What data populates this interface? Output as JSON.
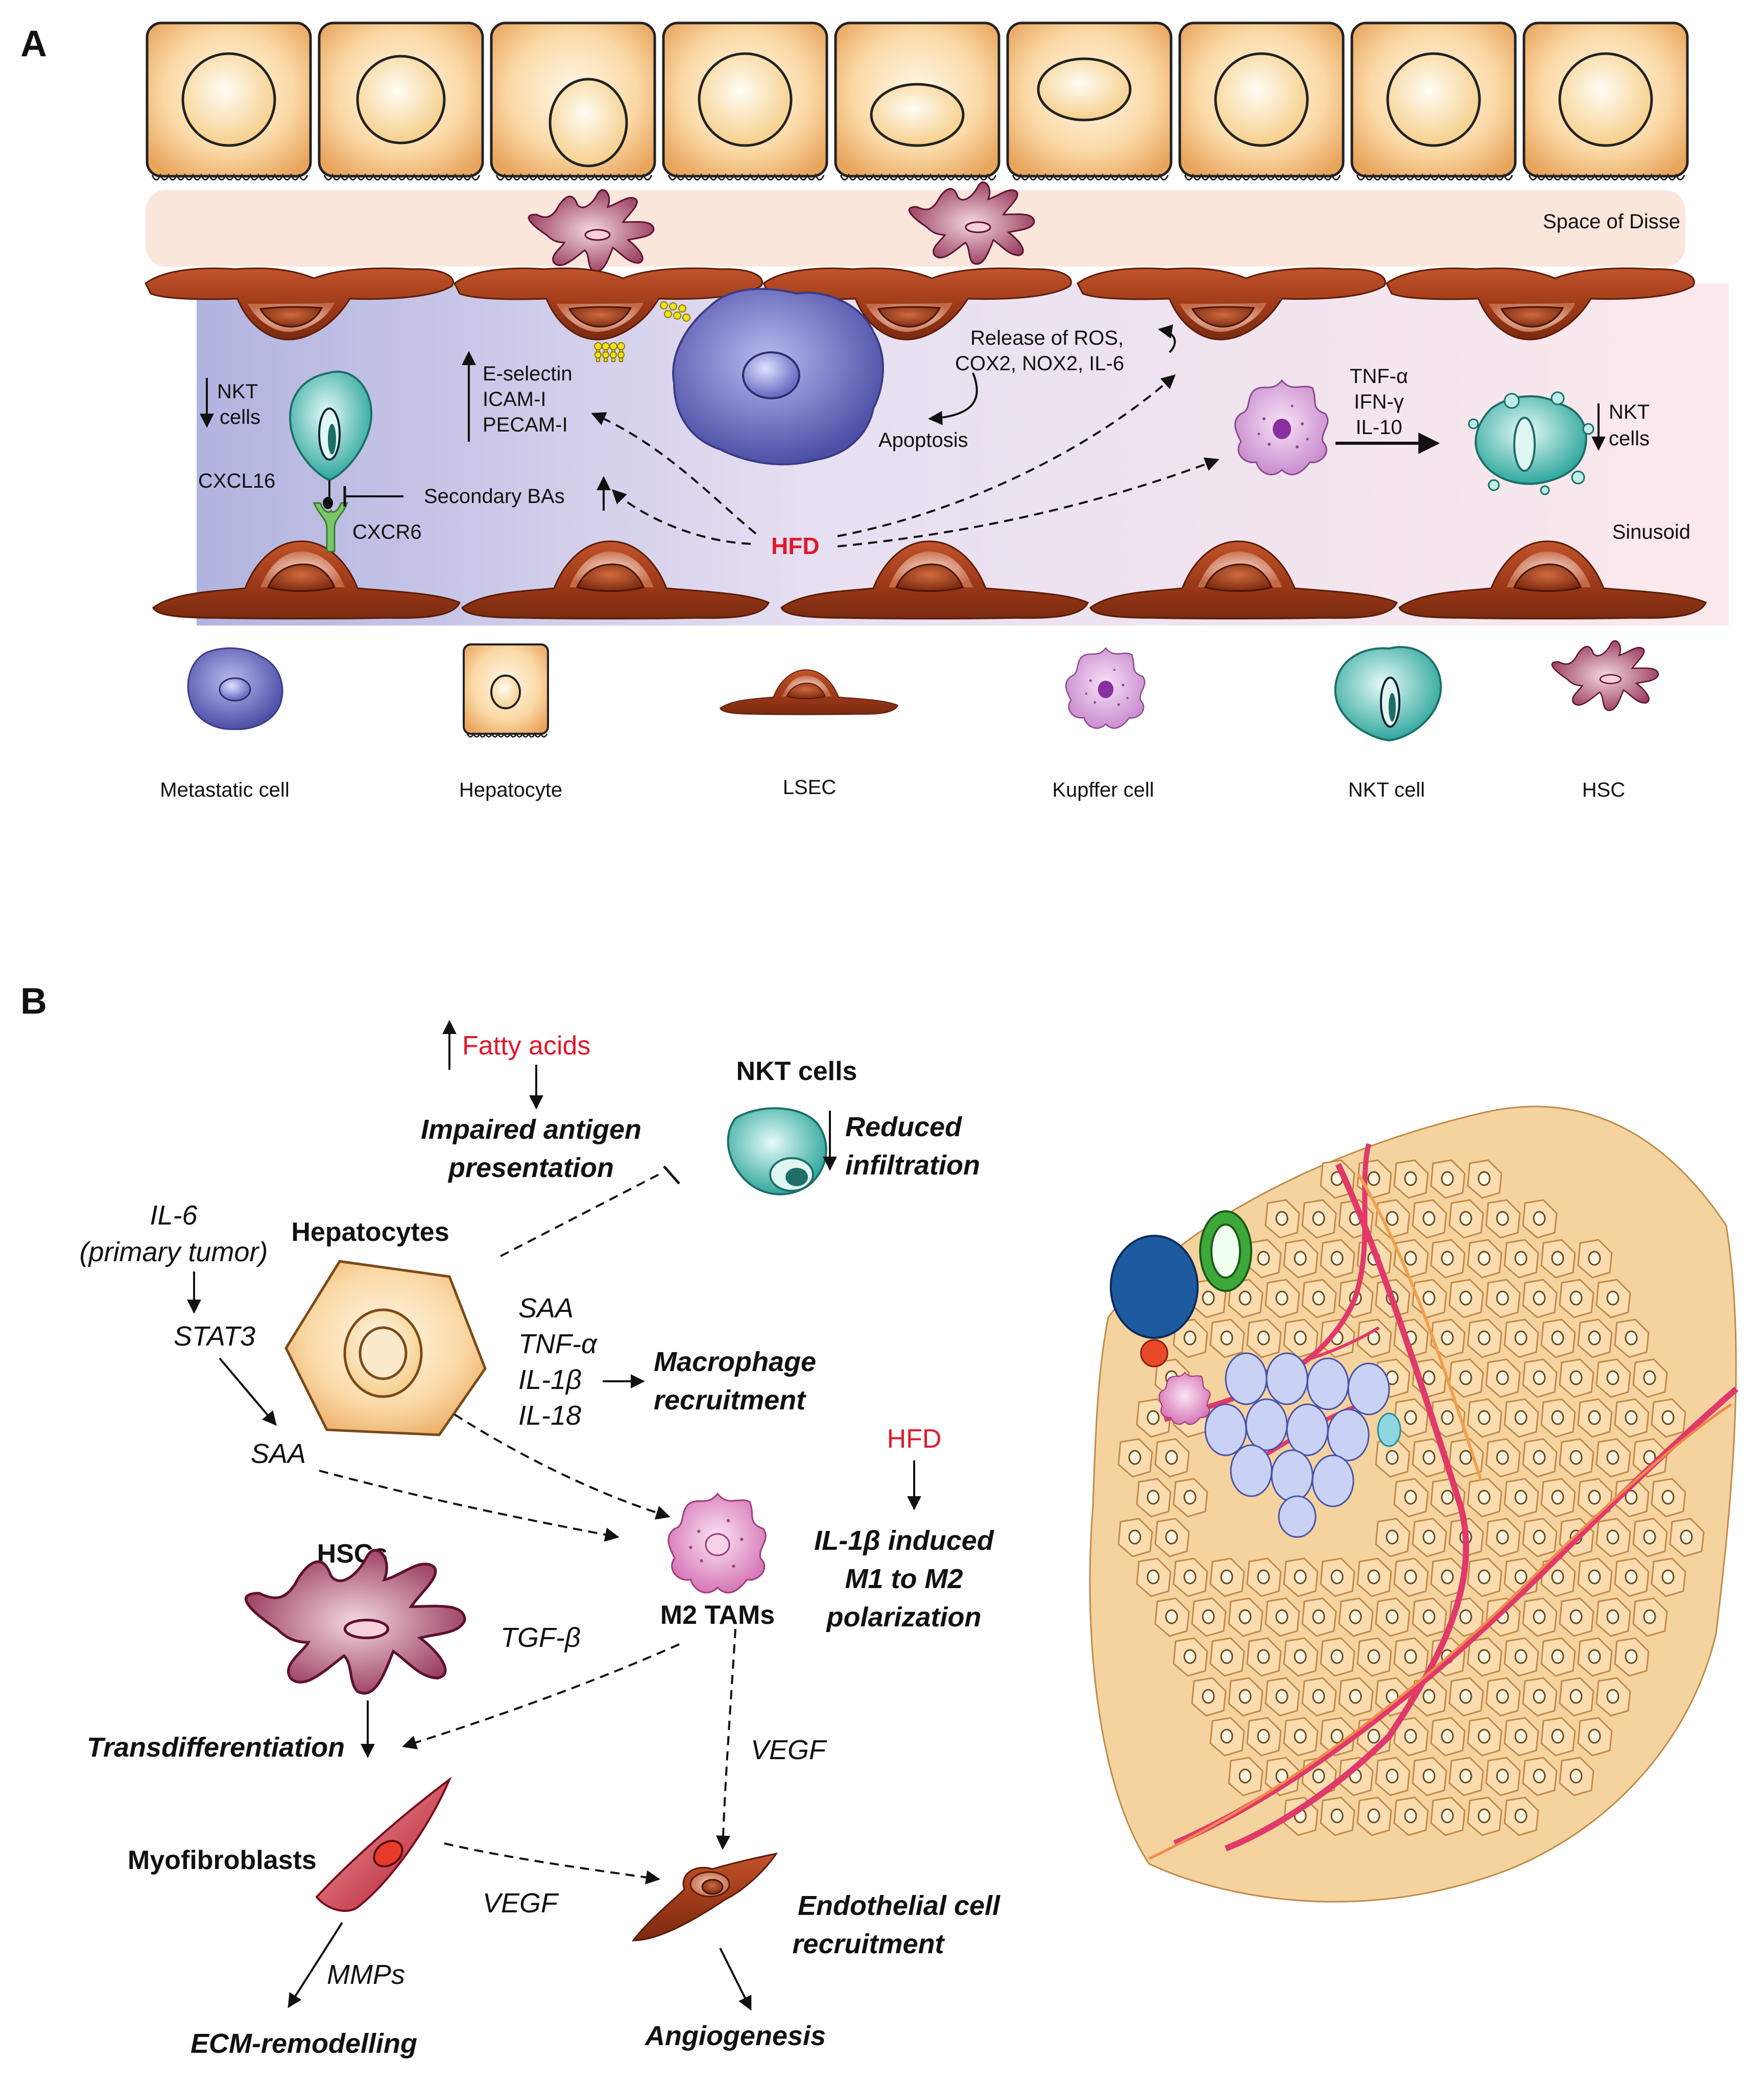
{
  "panel_a": {
    "letter": "A",
    "space_label": "Space of Disse",
    "sinusoid_label": "Sinusoid",
    "nkt_down": "NKT",
    "nkt_down2": "cells",
    "cxcl16": "CXCL16",
    "cxcr6": "CXCR6",
    "adhesion": [
      "E-selectin",
      "ICAM-I",
      "PECAM-I"
    ],
    "secondary_bas": "Secondary BAs",
    "release": [
      "Release of ROS,",
      "COX2, NOX2, IL-6"
    ],
    "apoptosis": "Apoptosis",
    "hfd": "HFD",
    "cytokines": [
      "TNF-α",
      "IFN-γ",
      "IL-10"
    ],
    "nkt_right": "NKT",
    "nkt_right2": "cells",
    "legend": [
      "Metastatic cell",
      "Hepatocyte",
      "LSEC",
      "Kupffer cell",
      "NKT cell",
      "HSC"
    ]
  },
  "panel_b": {
    "letter": "B",
    "fatty_acids": "Fatty acids",
    "impaired": [
      "Impaired antigen",
      "presentation"
    ],
    "nkt_cells": "NKT cells",
    "reduced": [
      "Reduced",
      "infiltration"
    ],
    "il6": [
      "IL-6",
      "(primary tumor)"
    ],
    "stat3": "STAT3",
    "saa_left": "SAA",
    "hepatocytes": "Hepatocytes",
    "mediators": [
      "SAA",
      "TNF-α",
      "IL-1β",
      "IL-18"
    ],
    "macrophage": [
      "Macrophage",
      "recruitment"
    ],
    "hfd": "HFD",
    "polarization": [
      "IL-1β induced",
      "M1 to M2",
      "polarization"
    ],
    "m2": "M2 TAMs",
    "hscs": "HSCs",
    "tgfb": "TGF-β",
    "transdiff": "Transdifferentiation",
    "vegf1": "VEGF",
    "myofibroblasts": "Myofibroblasts",
    "vegf2": "VEGF",
    "endothelial": [
      "Endothelial cell",
      "recruitment"
    ],
    "mmps": "MMPs",
    "ecm": "ECM-remodelling",
    "angiogenesis": "Angiogenesis"
  }
}
